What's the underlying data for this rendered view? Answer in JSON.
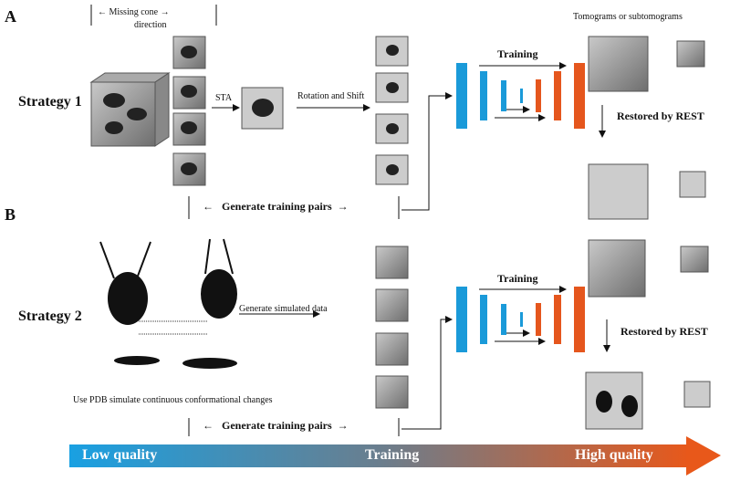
{
  "panels": {
    "a": {
      "letter": "A",
      "strategy_label": "Strategy 1",
      "missing_cone_label_line1": "Missing cone",
      "missing_cone_label_line2": "direction",
      "sta_label": "STA",
      "rotation_shift_label": "Rotation and Shift",
      "generate_pairs_label": "Generate training pairs",
      "training_label": "Training",
      "tomograms_label": "Tomograms or subtomograms",
      "restored_label": "Restored by REST"
    },
    "b": {
      "letter": "B",
      "strategy_label": "Strategy 2",
      "simulated_label": "Generate simulated data",
      "pdb_label": "Use PDB simulate continuous conformational changes",
      "generate_pairs_label": "Generate training pairs",
      "training_label": "Training",
      "restored_label": "Restored by REST"
    }
  },
  "bottom_bar": {
    "left_label": "Low quality",
    "middle_label": "Training",
    "right_label": "High quality"
  },
  "colors": {
    "encoder_blue": "#1a9ad9",
    "decoder_orange": "#e5561d",
    "bar_start": "#1aa0e0",
    "bar_end": "#e8581a"
  }
}
